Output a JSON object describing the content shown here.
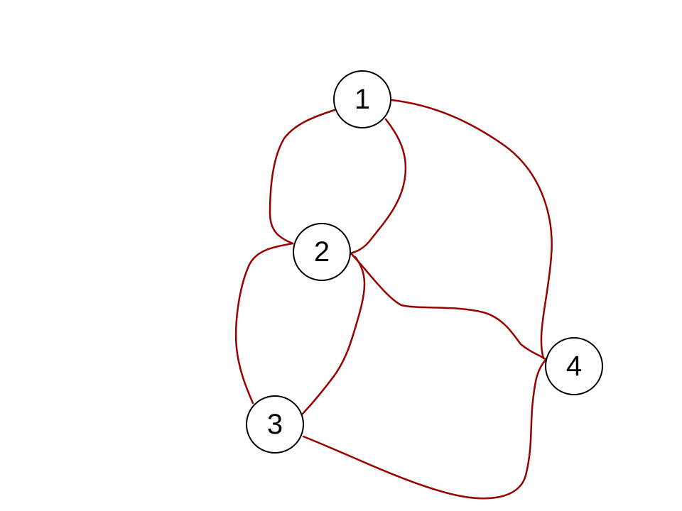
{
  "graph": {
    "edge_color": "#990000",
    "node_stroke": "#000000",
    "node_fill": "#ffffff",
    "nodes": [
      {
        "id": "1",
        "label": "1"
      },
      {
        "id": "2",
        "label": "2"
      },
      {
        "id": "3",
        "label": "3"
      },
      {
        "id": "4",
        "label": "4"
      }
    ],
    "edges": [
      {
        "from": "1",
        "to": "2"
      },
      {
        "from": "1",
        "to": "2"
      },
      {
        "from": "1",
        "to": "4"
      },
      {
        "from": "2",
        "to": "3"
      },
      {
        "from": "2",
        "to": "3"
      },
      {
        "from": "2",
        "to": "4"
      },
      {
        "from": "3",
        "to": "4"
      }
    ]
  }
}
